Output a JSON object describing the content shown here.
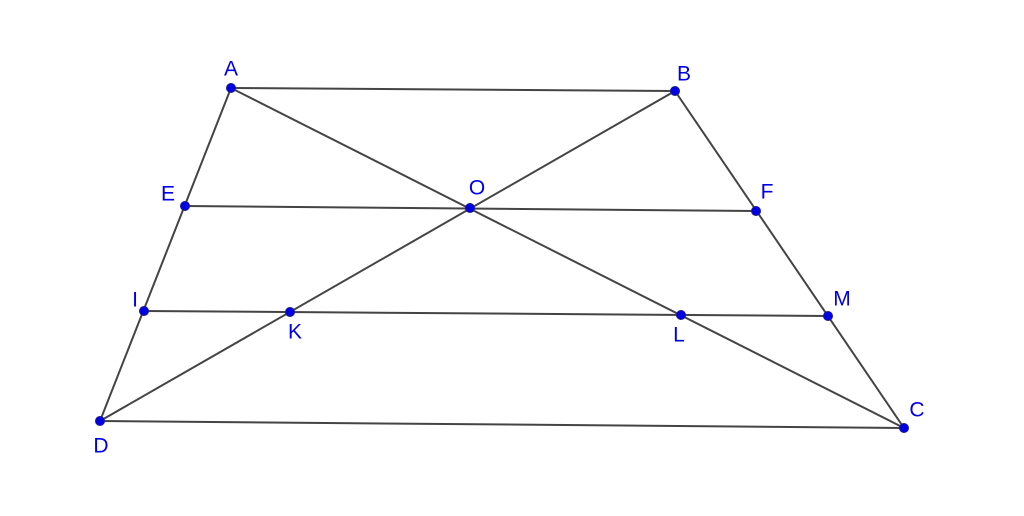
{
  "diagram": {
    "line_color": "#444444",
    "point_color": "#0000e6",
    "label_color": "#0000e6",
    "points": [
      {
        "id": "A",
        "label": "A"
      },
      {
        "id": "B",
        "label": "B"
      },
      {
        "id": "C",
        "label": "C"
      },
      {
        "id": "D",
        "label": "D"
      },
      {
        "id": "E",
        "label": "E"
      },
      {
        "id": "F",
        "label": "F"
      },
      {
        "id": "O",
        "label": "O"
      },
      {
        "id": "I",
        "label": "I"
      },
      {
        "id": "K",
        "label": "K"
      },
      {
        "id": "L",
        "label": "L"
      },
      {
        "id": "M",
        "label": "M"
      }
    ],
    "segments": [
      [
        "A",
        "B"
      ],
      [
        "B",
        "C"
      ],
      [
        "C",
        "D"
      ],
      [
        "D",
        "A"
      ],
      [
        "A",
        "C"
      ],
      [
        "B",
        "D"
      ],
      [
        "E",
        "F"
      ],
      [
        "I",
        "M"
      ]
    ]
  }
}
